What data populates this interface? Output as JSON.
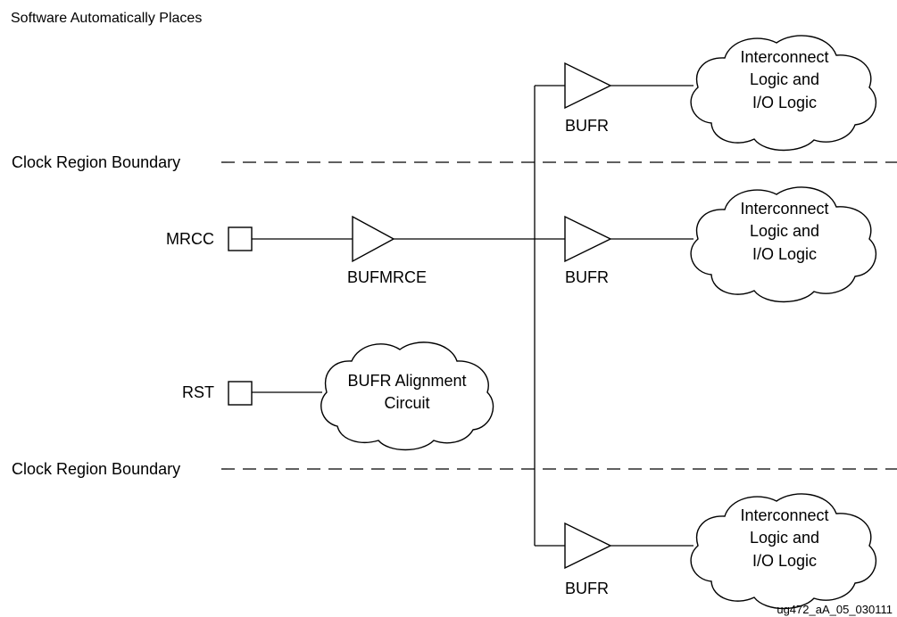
{
  "title": "Software Automatically Places",
  "figure_id": "ug472_aA_05_030111",
  "boundaries": [
    {
      "label": "Clock Region Boundary"
    },
    {
      "label": "Clock Region Boundary"
    }
  ],
  "pins": {
    "mrcc": "MRCC",
    "rst": "RST"
  },
  "buffers": {
    "bufmrce": "BUFMRCE",
    "bufr_top": "BUFR",
    "bufr_middle": "BUFR",
    "bufr_bottom": "BUFR"
  },
  "clouds": {
    "alignment": [
      "BUFR Alignment",
      "Circuit"
    ],
    "interconnect_top": [
      "Interconnect",
      "Logic and",
      "I/O Logic"
    ],
    "interconnect_middle": [
      "Interconnect",
      "Logic and",
      "I/O Logic"
    ],
    "interconnect_bottom": [
      "Interconnect",
      "Logic and",
      "I/O Logic"
    ]
  },
  "colors": {
    "stroke": "#000000",
    "background": "#ffffff"
  }
}
